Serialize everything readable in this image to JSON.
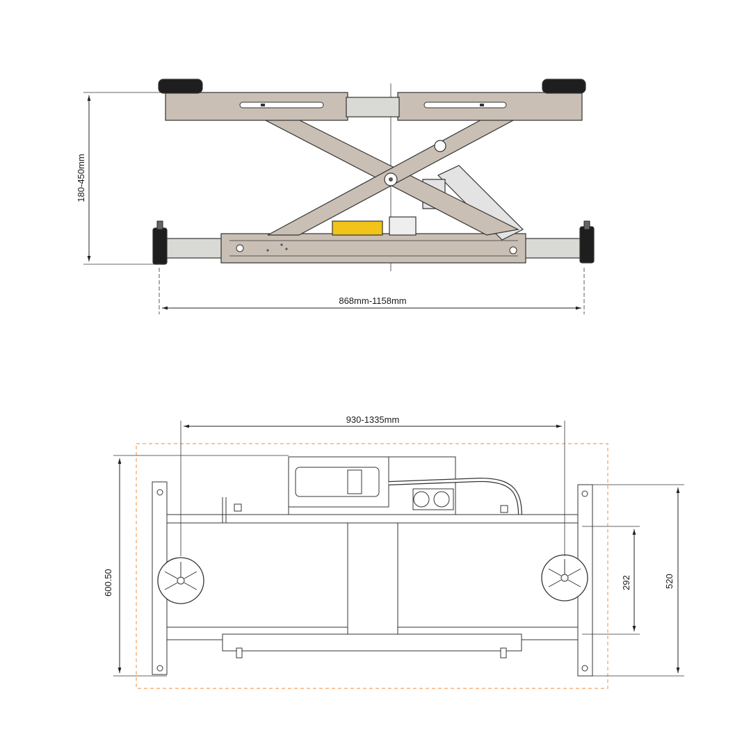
{
  "side_view": {
    "height_dim": "180-450mm",
    "width_dim": "868mm-1158mm"
  },
  "top_view": {
    "span_dim": "930-1335mm",
    "height_dim": "600.50",
    "inner_dim": "292",
    "outer_dim": "520"
  },
  "colors": {
    "frame": "#c9bfb4",
    "frame_light": "#d9d9d6",
    "pad": "#1e1e1e",
    "cylinder": "#e3e3e3",
    "yellow": "#f2c318",
    "outline": "#333333",
    "dash_orange": "#f5a15a"
  }
}
